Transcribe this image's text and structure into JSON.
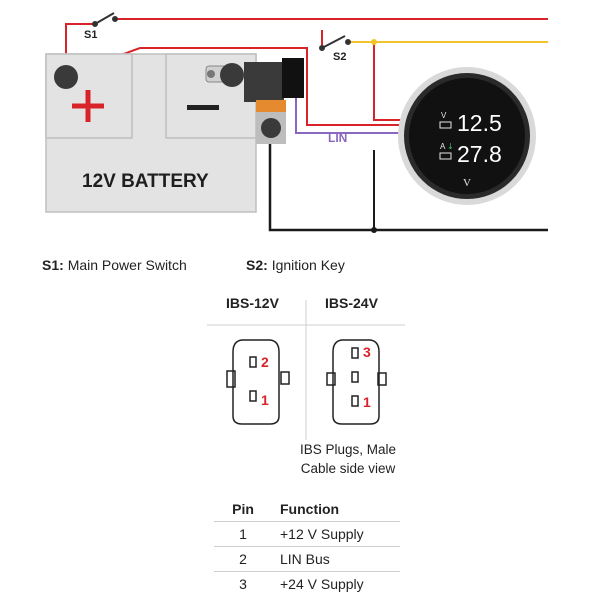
{
  "diagram": {
    "battery_label": "12V BATTERY",
    "switch1_label": "S1",
    "switch2_label": "S2",
    "lin_label": "LIN",
    "gauge": {
      "voltage_unit": "V",
      "voltage_value": "12.5",
      "current_unit": "A",
      "current_value": "27.8",
      "logo": "V"
    },
    "colors": {
      "positive": "#d8232a",
      "ignition": "#f2c42b",
      "lin": "#8a68c2",
      "ground": "#1a1a1a",
      "battery_fill": "#e3e3e3",
      "shunt_orange": "#e58a2e"
    }
  },
  "legend": {
    "s1_code": "S1:",
    "s1_text": "Main Power Switch",
    "s2_code": "S2:",
    "s2_text": "Ignition Key"
  },
  "plugs": {
    "left_title": "IBS-12V",
    "right_title": "IBS-24V",
    "left_pins": [
      "2",
      "1"
    ],
    "right_pins": [
      "3",
      "1"
    ],
    "caption_line1": "IBS Plugs, Male",
    "caption_line2": "Cable side view"
  },
  "pin_table": {
    "headers": [
      "Pin",
      "Function"
    ],
    "rows": [
      {
        "pin": "1",
        "function": "+12 V Supply"
      },
      {
        "pin": "2",
        "function": "LIN Bus"
      },
      {
        "pin": "3",
        "function": "+24 V Supply"
      }
    ]
  }
}
